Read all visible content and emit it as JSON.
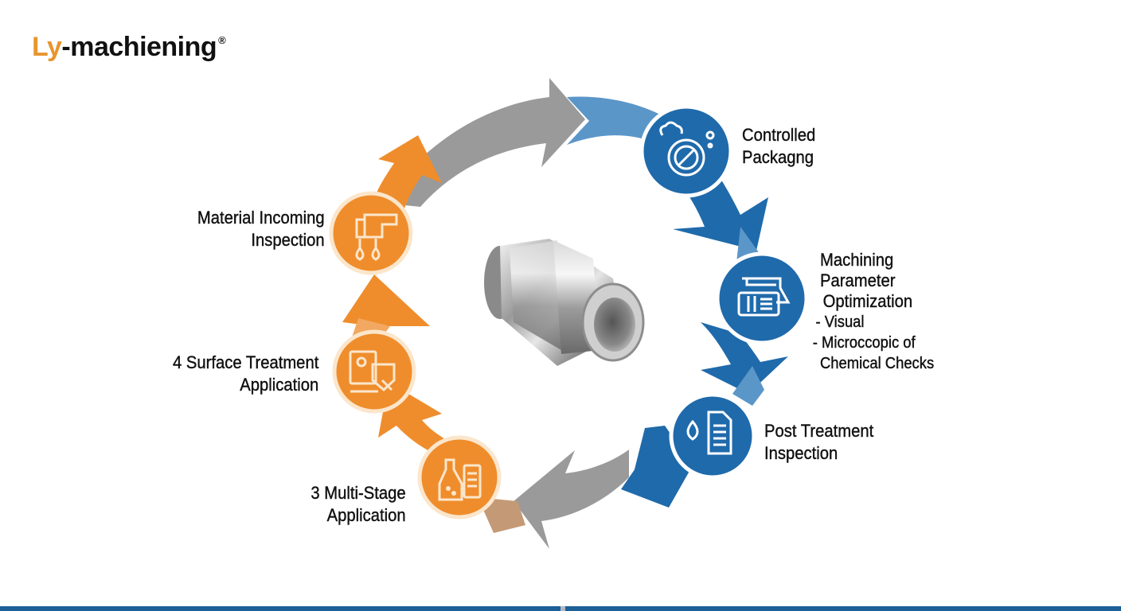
{
  "brand": {
    "logo_prefix": "Ly",
    "logo_rest": "-machiening",
    "registered_mark": "®",
    "accent_color": "#e8952e"
  },
  "diagram": {
    "type": "cycle",
    "center_item": "machined-metal-bushing",
    "colors": {
      "orange": "#ef8d2c",
      "orange_light": "#f2a860",
      "blue": "#1f6aab",
      "blue_light": "#5b96c9",
      "gray": "#9a9a9a",
      "tan": "#c49a76"
    },
    "steps": [
      {
        "id": "controlled-packaging",
        "title_line1": "Controlled",
        "title_line2": "Packagng",
        "icon": "gauge-dial-icon",
        "color": "blue"
      },
      {
        "id": "machining-parameter-optimization",
        "title_line1": "Machining",
        "title_line2": "Parameter",
        "title_line3": "Optimization",
        "bullets": [
          "- Visual",
          "- Microccopic of",
          "Chemical Checks"
        ],
        "icon": "machine-tool-icon",
        "color": "blue"
      },
      {
        "id": "post-treatment-inspection",
        "title_line1": "Post Treatment",
        "title_line2": "Inspection",
        "icon": "droplet-document-icon",
        "color": "blue"
      },
      {
        "id": "multi-stage-application",
        "title_line1": "3 Multi-Stage",
        "title_line2": "Application",
        "icon": "flask-checklist-icon",
        "color": "orange"
      },
      {
        "id": "surface-treatment-application",
        "title_line1": "4 Surface Treatment",
        "title_line2": "Application",
        "icon": "screen-shield-brush-icon",
        "color": "orange"
      },
      {
        "id": "material-incoming-inspection",
        "title_line1": "Material Incoming",
        "title_line2": "Inspection",
        "icon": "pipes-droplets-icon",
        "color": "orange"
      }
    ]
  }
}
